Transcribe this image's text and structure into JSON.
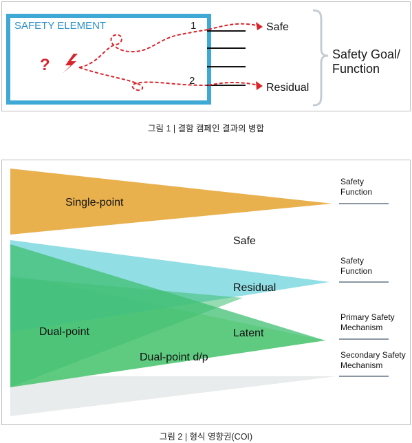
{
  "figure1": {
    "box_label": "SAFETY ELEMENT",
    "question_mark": "?",
    "lightning_icon": "lightning-bolt",
    "path1_number": "1",
    "path2_number": "2",
    "outcome_safe": "Safe",
    "outcome_residual": "Residual",
    "goal_line1": "Safety Goal/",
    "goal_line2": "Function",
    "caption": "그림 1 | 결함 캠페인 결과의 병합",
    "colors": {
      "frame": "#3fa9d6",
      "path": "#d9242b",
      "label": "#2a8fc8"
    }
  },
  "figure2": {
    "regions": {
      "single_point": "Single-point",
      "dual_point": "Dual-point",
      "dual_point_dp": "Dual-point d/p",
      "safe": "Safe",
      "residual": "Residual",
      "latent": "Latent"
    },
    "targets": [
      {
        "line1": "Safety",
        "line2": "Function"
      },
      {
        "line1": "Safety",
        "line2": "Function"
      },
      {
        "line1": "Primary Safety",
        "line2": "Mechanism"
      },
      {
        "line1": "Secondary Safety",
        "line2": "Mechanism"
      }
    ],
    "caption": "그림 2 | 형식 영향권(COI)",
    "colors": {
      "single_point": "#e9b14e",
      "dual_point": "#3fbf72",
      "residual": "#7fd8e0",
      "latent": "#b5ec9d",
      "dp": "#e7eaea"
    }
  }
}
